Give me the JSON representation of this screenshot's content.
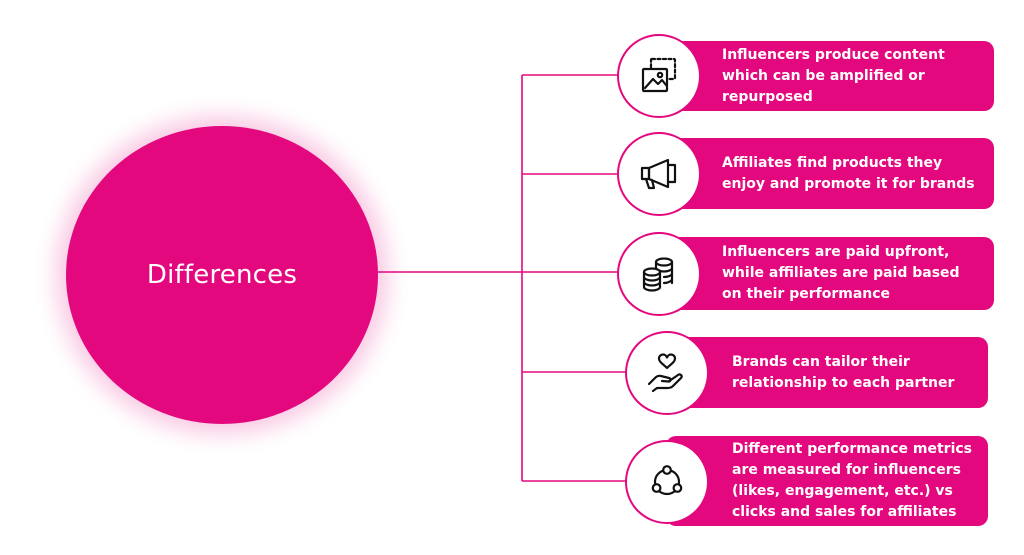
{
  "hub": {
    "label": "Differences"
  },
  "colors": {
    "accent": "#e4087f",
    "text_on_accent": "#ffffff",
    "icon_stroke": "#111111"
  },
  "items": [
    {
      "icon": "image-gallery-icon",
      "text": "Influencers produce content\nwhich can be amplified or\nrepurposed"
    },
    {
      "icon": "megaphone-icon",
      "text": "Affiliates find products they\nenjoy and promote it for brands"
    },
    {
      "icon": "coin-stacks-icon",
      "text": "Influencers are paid upfront,\nwhile affiliates are paid based\non their performance"
    },
    {
      "icon": "heart-in-hand-icon",
      "text": "Brands can tailor their\nrelationship to each partner"
    },
    {
      "icon": "network-nodes-icon",
      "text": "Different performance metrics\nare measured for influencers\n(likes, engagement, etc.) vs\nclicks and sales for affiliates"
    }
  ]
}
